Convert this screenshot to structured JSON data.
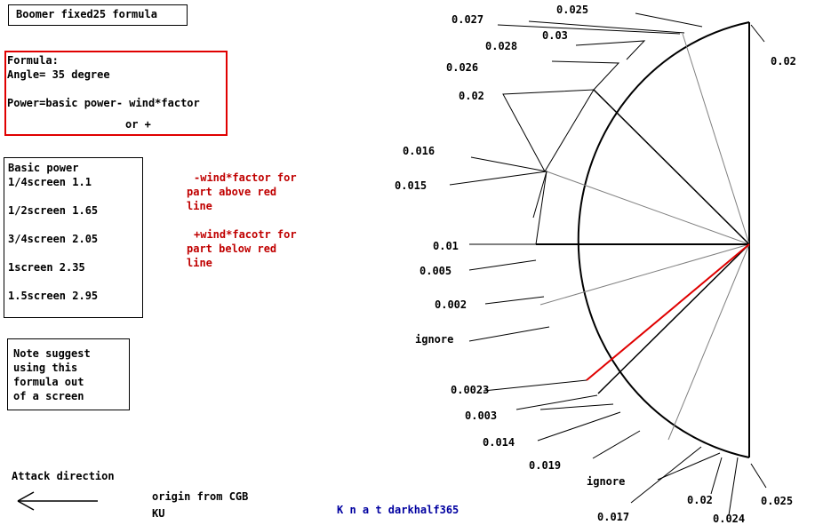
{
  "title": "Boomer fixed25 formula",
  "formula": {
    "heading": "Formula:",
    "angle": "Angle= 35 degree",
    "power": "Power=basic power- wind*factor",
    "alt": "or +"
  },
  "basic_power": {
    "heading": "Basic power",
    "rows": [
      "1/4screen 1.1",
      "1/2screen 1.65",
      "3/4screen 2.05",
      "1screen 2.35",
      "1.5screen 2.95"
    ]
  },
  "red_note": {
    "minus": [
      "-wind*factor for",
      "part above red",
      "line"
    ],
    "plus": [
      "+wind*facotr for",
      "part below red",
      "line"
    ]
  },
  "note": [
    "Note suggest",
    "using this",
    "formula out",
    "of a screen"
  ],
  "attack_direction": "Attack direction",
  "origin": [
    "origin from CGB",
    "KU"
  ],
  "credit": "K n a t darkhalf365",
  "factor_labels": [
    "0.025",
    "0.027",
    "0.03",
    "0.028",
    "0.026",
    "0.02",
    "0.016",
    "0.015",
    "0.01",
    "0.005",
    "0.002",
    "ignore",
    "0.0023",
    "0.003",
    "0.014",
    "0.019",
    "ignore",
    "0.017",
    "0.02",
    "0.024",
    "0.025",
    "0.02"
  ]
}
